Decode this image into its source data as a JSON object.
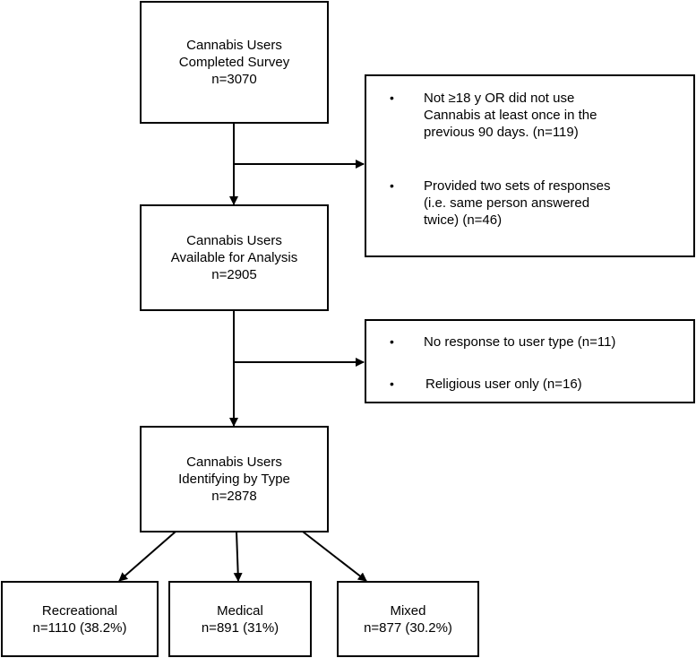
{
  "flowchart": {
    "completed": {
      "lines": [
        "Cannabis Users",
        "Completed Survey",
        "n=3070"
      ]
    },
    "available": {
      "lines": [
        "Cannabis Users",
        "Available for Analysis",
        "n=2905"
      ]
    },
    "identifying": {
      "lines": [
        "Cannabis Users",
        "Identifying by Type",
        "n=2878"
      ]
    },
    "exclusion_1": {
      "items": [
        {
          "bullet": "•",
          "lines": [
            "Not ≥18 y OR did not use",
            "Cannabis at least once in the",
            "previous 90 days. (n=119)"
          ]
        },
        {
          "bullet": "•",
          "lines": [
            "Provided two sets of responses",
            "(i.e. same person answered",
            "twice) (n=46)"
          ]
        }
      ]
    },
    "exclusion_2": {
      "items": [
        {
          "bullet": "•",
          "lines": [
            "No response to user type (n=11)"
          ]
        },
        {
          "bullet": "•",
          "lines": [
            "Religious user only (n=16)"
          ]
        }
      ]
    },
    "outcomes": [
      {
        "lines": [
          "Recreational",
          "n=1110 (38.2%)"
        ]
      },
      {
        "lines": [
          "Medical",
          "n=891 (31%)"
        ]
      },
      {
        "lines": [
          "Mixed",
          "n=877 (30.2%)"
        ]
      }
    ]
  },
  "colors": {
    "stroke": "#000000",
    "background": "#ffffff"
  }
}
